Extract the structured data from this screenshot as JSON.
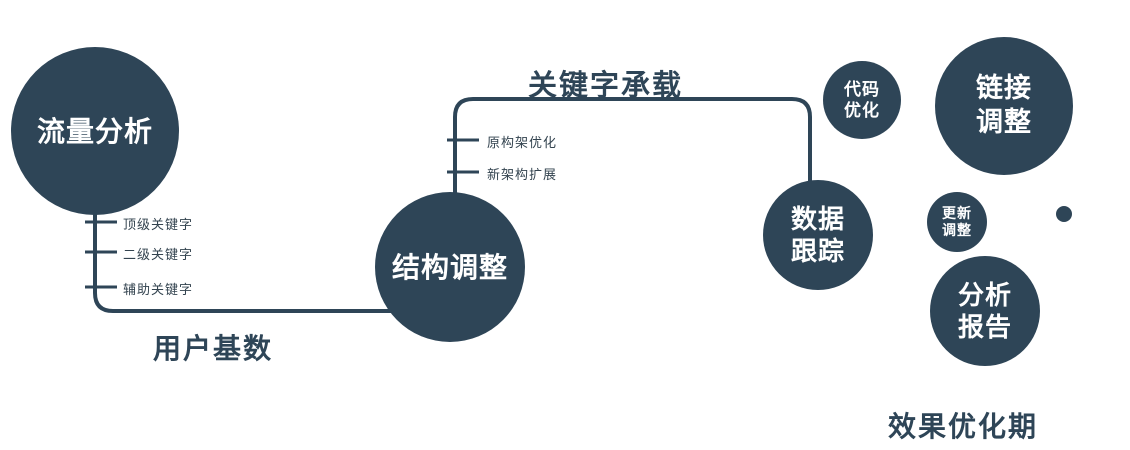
{
  "colors": {
    "primary": "#2E4557",
    "node_text": "#FFFFFF",
    "background": "#FFFFFF"
  },
  "nodes": {
    "traffic": {
      "label": "流量分析"
    },
    "structure": {
      "label": "结构调整"
    },
    "tracking": {
      "line1": "数据",
      "line2": "跟踪"
    },
    "code": {
      "line1": "代码",
      "line2": "优化"
    },
    "link": {
      "line1": "链接",
      "line2": "调整"
    },
    "update": {
      "line1": "更新",
      "line2": "调整"
    },
    "report": {
      "line1": "分析",
      "line2": "报告"
    }
  },
  "edge_labels": {
    "user_base": "用户基数",
    "keyword_carry": "关键字承载",
    "effect_phase": "效果优化期"
  },
  "tick_labels": {
    "traffic": [
      "顶级关键字",
      "二级关键字",
      "辅助关键字"
    ],
    "structure": [
      "原构架优化",
      "新架构扩展"
    ]
  }
}
